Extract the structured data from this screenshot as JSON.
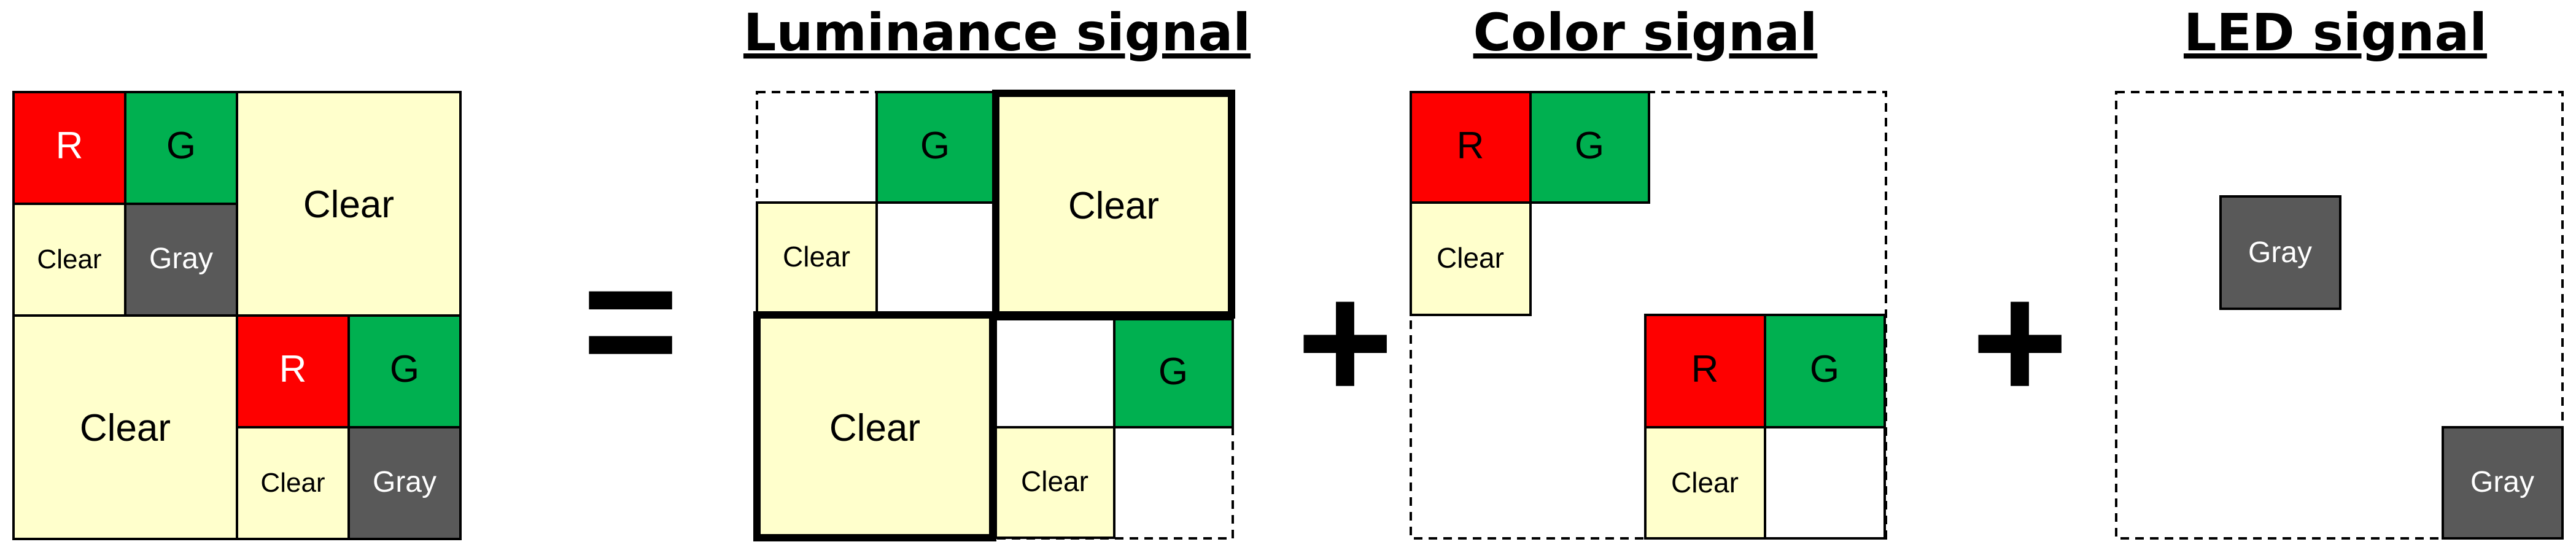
{
  "headings": {
    "luminance": "Luminance signal",
    "color": "Color signal",
    "led": "LED signal"
  },
  "operators": {
    "equals": "=",
    "plus": "+"
  },
  "cells": {
    "r": "R",
    "g": "G",
    "clear": "Clear",
    "gray": "Gray"
  },
  "colors": {
    "red": "#fe0000",
    "green": "#00b050",
    "clear": "#ffffcc",
    "gray": "#595959",
    "border": "#000000",
    "white_text": "#ffffff",
    "black_text": "#000000"
  }
}
